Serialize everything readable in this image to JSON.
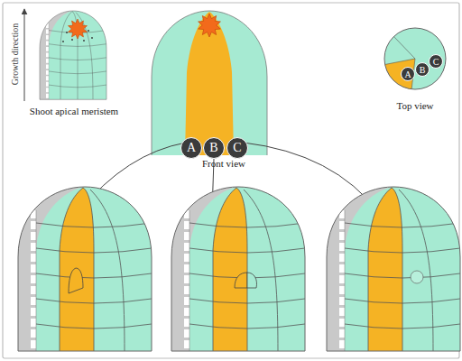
{
  "diagram": {
    "nodes": [
      {
        "text": [
          "Shoot apical meristem"
        ]
      },
      {
        "text": [
          "Front view"
        ]
      },
      {
        "text": [
          "A"
        ],
        "in": 1
      },
      {
        "text": [
          "B"
        ],
        "in": 1
      },
      {
        "text": [
          "C"
        ],
        "in": 1
      },
      {
        "text": [
          "Top view"
        ]
      },
      {
        "text": [
          "A"
        ],
        "in": 5
      },
      {
        "text": [
          "B"
        ],
        "in": 5
      },
      {
        "text": [
          "C"
        ],
        "in": 5
      }
    ],
    "labels": [
      "Growth direction"
    ]
  }
}
